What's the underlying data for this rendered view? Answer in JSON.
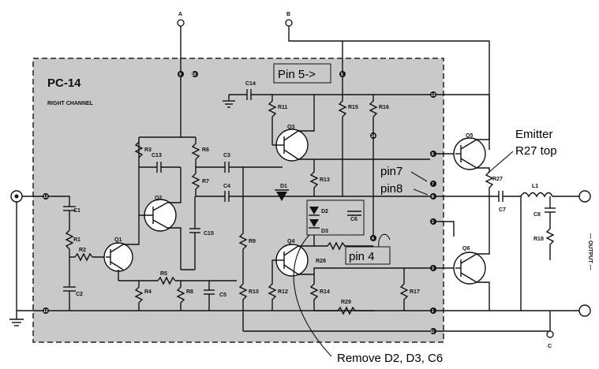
{
  "board": {
    "title": "PC-14",
    "subtitle": "RIGHT CHANNEL"
  },
  "terminals": {
    "a": "A",
    "b": "B",
    "c": "C"
  },
  "output_label": "— OUTPUT —",
  "annotations": {
    "pin5": "Pin 5->",
    "pin7": "pin7",
    "pin8": "pin8",
    "pin4": "pin 4",
    "emitter": "Emitter",
    "r27top": "R27 top",
    "remove": "Remove D2, D3, C6"
  },
  "components": {
    "c1": "C1",
    "c2": "C2",
    "r1": "R1",
    "r2": "R2",
    "q1": "Q1",
    "r3": "R3",
    "c13": "C13",
    "q2": "Q2",
    "c15": "C15",
    "r4": "R4",
    "r5": "R5",
    "r8": "R8",
    "c5": "C5",
    "r6": "R6",
    "r7": "R7",
    "c3": "C3",
    "c4": "C4",
    "c14": "C14",
    "r11": "R11",
    "q3": "Q3",
    "r9": "R9",
    "r10": "R10",
    "r12": "R12",
    "r13": "R13",
    "d1": "D1",
    "d2": "D2",
    "d3": "D3",
    "c6": "C6",
    "r15": "R15",
    "r16": "R16",
    "q4": "Q4",
    "r28": "R28",
    "r14": "R14",
    "r29": "R29",
    "r17": "R17",
    "q5": "Q5",
    "q6": "Q6",
    "r27": "R27",
    "c7": "C7",
    "l1": "L1",
    "c8": "C8",
    "r18": "R18"
  },
  "pins": {
    "p13l": "13",
    "p12": "12",
    "p9": "9",
    "p10": "10",
    "p5": "5",
    "p13r": "13",
    "p14": "14",
    "p6": "6",
    "p7": "7",
    "p8": "8",
    "p4": "4",
    "p2": "2",
    "p3": "3",
    "p1": "1",
    "p11": "11"
  }
}
